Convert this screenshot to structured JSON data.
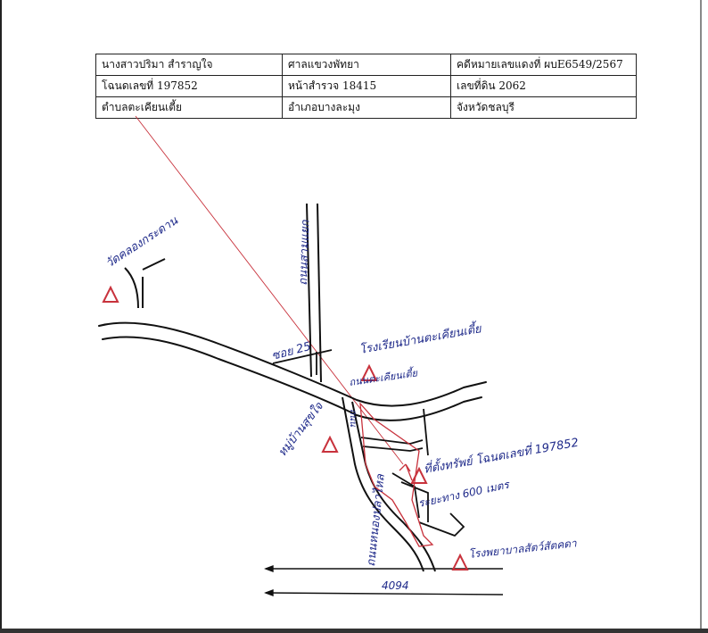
{
  "info_table": [
    [
      "นางสาวปริมา สำราญใจ",
      "ศาลแขวงพัทยา",
      "คดีหมายเลขแดงที่ ผบE6549/2567"
    ],
    [
      "โฉนดเลขที่   197852",
      "หน้าสำรวจ   18415",
      "เลขที่ดิน 2062"
    ],
    [
      "ตำบลตะเคียนเตี้ย",
      "อำเภอบางละมุง",
      "จังหวัดชลบุรี"
    ]
  ],
  "map_labels": {
    "temple": "วัดคลองกระดาน",
    "road_north": "ถนนสามแยก",
    "soi": "ซอย 25",
    "school": "โรงเรียนบ้านตะเคียนเตี้ย",
    "road_east": "ถนนตะเคียนเตี้ย",
    "village": "หมู่บ้านสุขใจ",
    "road_south": "ถนนหนองปลาไหล",
    "road_south_2": "ถนน",
    "property": "ที่ตั้งทรัพย์ โฉนดเลขที่ 197852",
    "distance": "ระยะทาง 600 เมตร",
    "hospital": "โรงพยาบาลสัตว์สัตคดา",
    "highway": "4094"
  },
  "colors": {
    "ink": "#1f2a8a",
    "red": "#c8323c",
    "black": "#111111"
  }
}
